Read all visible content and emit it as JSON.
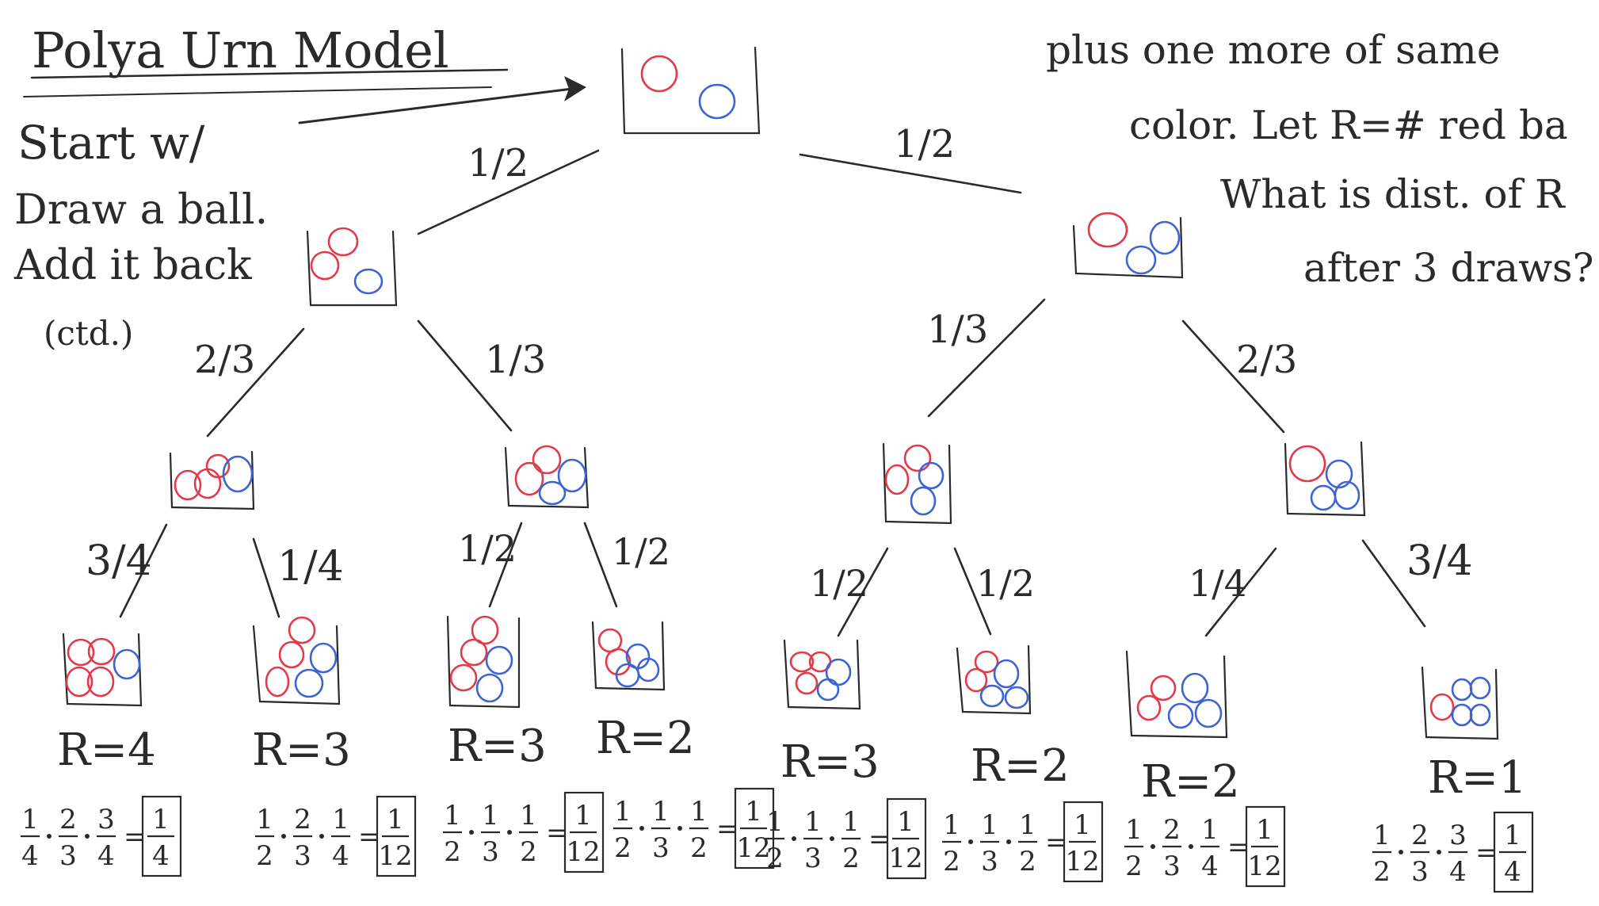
{
  "title": "Polya Urn Model",
  "notes_left": [
    "Start w/",
    "Draw a ball.",
    "Add it back",
    "(ctd.)"
  ],
  "notes_right": [
    "plus one more of same",
    "color. Let R=# red ba",
    "What is dist. of R",
    "after 3 draws?"
  ],
  "colors": {
    "red": "#e33a4a",
    "blue": "#3d63d4",
    "ink": "#2a2a2a"
  },
  "tree": {
    "root": {
      "red": 1,
      "blue": 1
    },
    "edges": {
      "L1": "1/2",
      "R1": "1/2",
      "LL": "2/3",
      "LR": "1/3",
      "RL": "1/3",
      "RR": "2/3",
      "LLL": "3/4",
      "LLR": "1/4",
      "LRL": "1/2",
      "LRR": "1/2",
      "RLL": "1/2",
      "RLR": "1/2",
      "RRL": "1/4",
      "RRR": "3/4"
    },
    "leaves": [
      {
        "r": "R=4",
        "path": [
          [
            "1",
            "4"
          ],
          [
            "2",
            "3"
          ],
          [
            "3",
            "4"
          ]
        ],
        "result": [
          "1",
          "4"
        ]
      },
      {
        "r": "R=3",
        "path": [
          [
            "1",
            "2"
          ],
          [
            "2",
            "3"
          ],
          [
            "1",
            "4"
          ]
        ],
        "result": [
          "1",
          "12"
        ]
      },
      {
        "r": "R=3",
        "path": [
          [
            "1",
            "2"
          ],
          [
            "1",
            "3"
          ],
          [
            "1",
            "2"
          ]
        ],
        "result": [
          "1",
          "12"
        ]
      },
      {
        "r": "R=2",
        "path": [
          [
            "1",
            "2"
          ],
          [
            "1",
            "3"
          ],
          [
            "1",
            "2"
          ]
        ],
        "result": [
          "1",
          "12"
        ]
      },
      {
        "r": "R=3",
        "path": [
          [
            "1",
            "2"
          ],
          [
            "1",
            "3"
          ],
          [
            "1",
            "2"
          ]
        ],
        "result": [
          "1",
          "12"
        ]
      },
      {
        "r": "R=2",
        "path": [
          [
            "1",
            "2"
          ],
          [
            "1",
            "3"
          ],
          [
            "1",
            "2"
          ]
        ],
        "result": [
          "1",
          "12"
        ]
      },
      {
        "r": "R=2",
        "path": [
          [
            "1",
            "2"
          ],
          [
            "2",
            "3"
          ],
          [
            "1",
            "4"
          ]
        ],
        "result": [
          "1",
          "12"
        ]
      },
      {
        "r": "R=1",
        "path": [
          [
            "1",
            "2"
          ],
          [
            "2",
            "3"
          ],
          [
            "3",
            "4"
          ]
        ],
        "result": [
          "1",
          "4"
        ]
      }
    ]
  }
}
